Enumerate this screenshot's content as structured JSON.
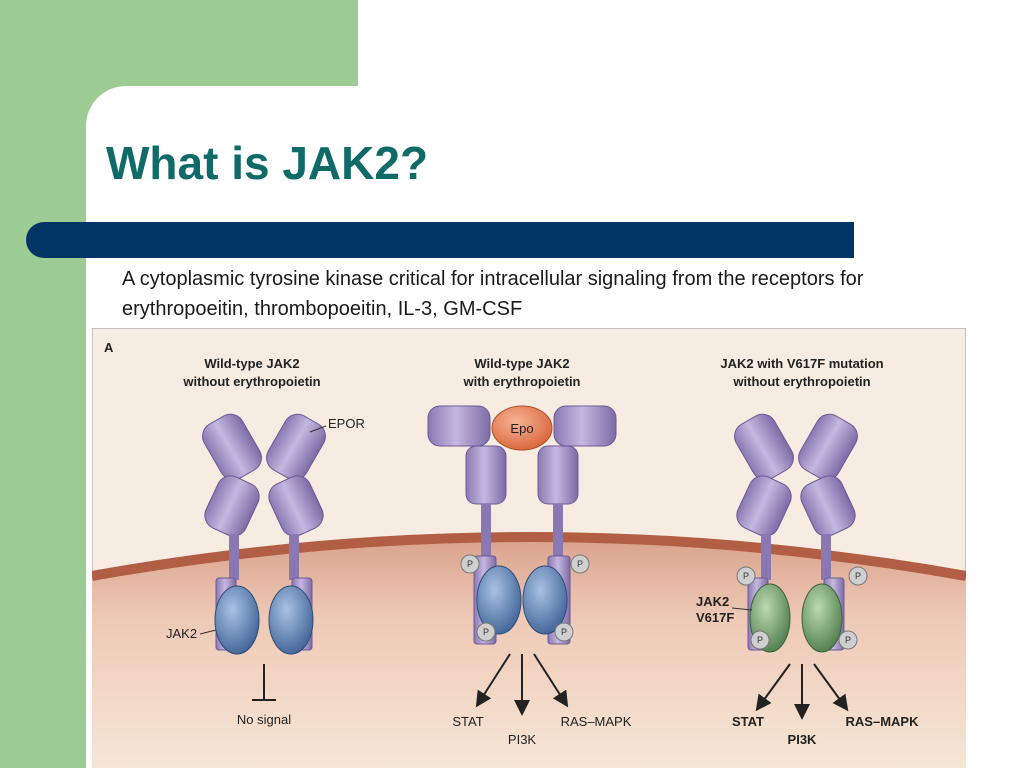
{
  "slide": {
    "title": "What is JAK2?",
    "description": "A cytoplasmic tyrosine kinase critical for intracellular signaling from the receptors for erythropoeitin, thrombopoeitin, IL-3, GM-CSF"
  },
  "figure": {
    "panel_letter": "A",
    "panels": [
      {
        "heading_line1": "Wild-type JAK2",
        "heading_line2": "without erythropoietin"
      },
      {
        "heading_line1": "Wild-type JAK2",
        "heading_line2": "with erythropoietin"
      },
      {
        "heading_line1": "JAK2 with V617F mutation",
        "heading_line2": "without erythropoietin"
      }
    ],
    "labels": {
      "epor": "EPOR",
      "epo": "Epo",
      "jak2": "JAK2",
      "jak2_mut_line1": "JAK2",
      "jak2_mut_line2": "V617F",
      "no_signal": "No signal",
      "phospho": "P"
    },
    "outputs_wildtype": [
      "STAT",
      "PI3K",
      "RAS–MAPK"
    ],
    "outputs_mutant": [
      "STAT",
      "PI3K",
      "RAS–MAPK"
    ]
  },
  "colors": {
    "title": "#0f6a68",
    "bar": "#013566",
    "side_block": "#9dcb94",
    "receptor": "#9d8bc0",
    "jak_wildtype": "#6b8cba",
    "jak_mutant": "#7fa878",
    "epo": "#e8825a",
    "membrane": "#b96a4e"
  }
}
